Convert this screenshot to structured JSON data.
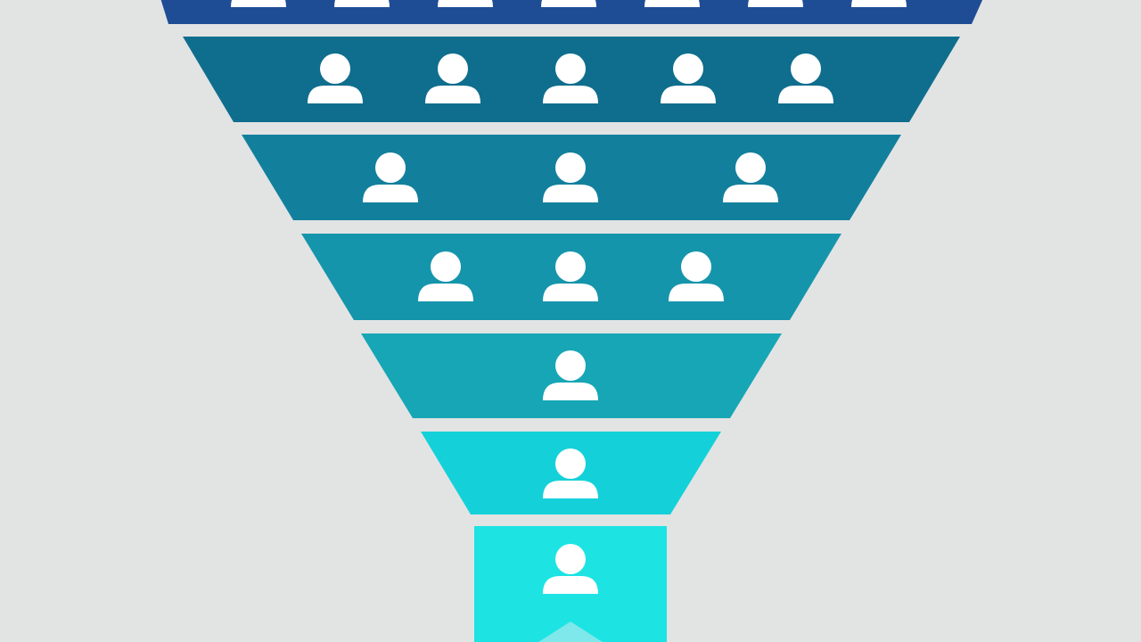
{
  "background_color": "#e2e4e4",
  "icon_name": "person-icon",
  "icon_color": "#ffffff",
  "funnel": {
    "stages": [
      {
        "people": 7,
        "color": "#1f4d95"
      },
      {
        "people": 5,
        "color": "#0f6e8e"
      },
      {
        "people": 3,
        "color": "#12809d"
      },
      {
        "people": 3,
        "color": "#1595ab"
      },
      {
        "people": 1,
        "color": "#17a6b5"
      },
      {
        "people": 1,
        "color": "#14d1d9"
      },
      {
        "people": 1,
        "color": "#1de3e3"
      }
    ],
    "pointer_icon": "chevron-up-icon"
  }
}
